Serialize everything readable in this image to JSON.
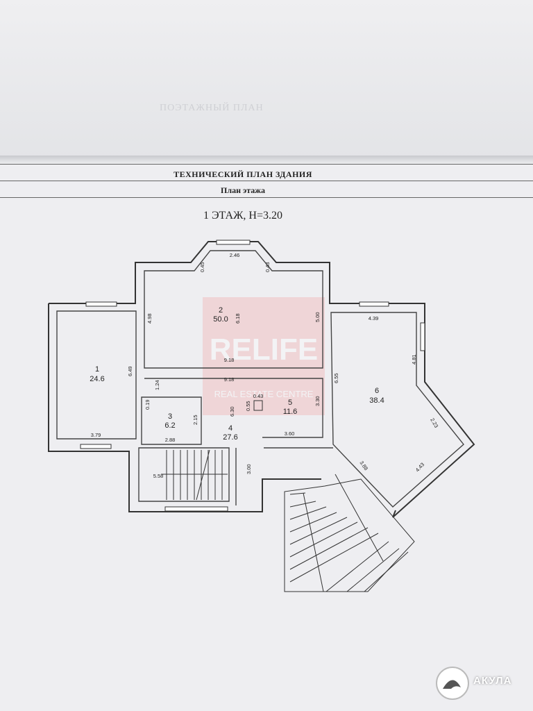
{
  "header": {
    "title": "ТЕХНИЧЕСКИЙ ПЛАН ЗДАНИЯ",
    "subtitle": "План этажа",
    "floor_label": "1 ЭТАЖ, Н=3.20"
  },
  "background_text": "ПОЭТАЖНЫЙ ПЛАН",
  "watermark": {
    "brand": "RELIFE",
    "tagline": "REAL ESTATE CENTRE"
  },
  "rooms": [
    {
      "number": "1",
      "area": "24.6"
    },
    {
      "number": "2",
      "area": "50.0"
    },
    {
      "number": "3",
      "area": "6.2"
    },
    {
      "number": "4",
      "area": "27.6"
    },
    {
      "number": "5",
      "area": "11.6"
    },
    {
      "number": "6",
      "area": "38.4"
    }
  ],
  "dimensions": {
    "bay_top": "2.46",
    "bay_left": "0.45",
    "bay_right": "0.43",
    "r2_left": "4.98",
    "r2_height": "6.18",
    "r2_right": "5.00",
    "w918_a": "9.18",
    "w918_b": "9.18",
    "r1_height": "6.49",
    "r1_bottom": "3.79",
    "small_124": "1.24",
    "small_019": "0.19",
    "r3_height": "2.15",
    "r3_bottom": "2.88",
    "stair_558": "5.58",
    "r4_height": "6.30",
    "r4_300": "3.00",
    "shaft_055": "0.55",
    "shaft_043": "0.43",
    "r5_330": "3.30",
    "r5_655": "6.55",
    "r5_360": "3.60",
    "r6_top": "4.39",
    "r6_right": "4.81",
    "r6_223": "2.23",
    "r6_443": "4.43",
    "r6_388": "3.88"
  },
  "logo": {
    "text": "АКУЛА",
    "icon": "shark-icon"
  }
}
